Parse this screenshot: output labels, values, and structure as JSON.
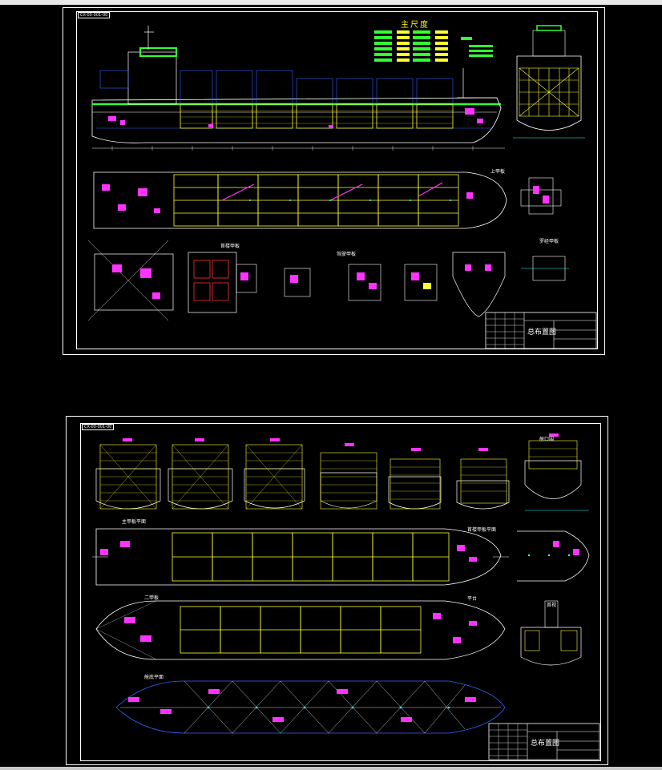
{
  "sheets": [
    {
      "name": "sheet-1",
      "drawing_no_tag": "CX-00-001-00",
      "legend_title": "主尺度",
      "title_block": {
        "drawing_title": "总布置图"
      },
      "view_labels": [
        "上甲板",
        "首楼甲板",
        "驾驶甲板",
        "罗经甲板"
      ]
    },
    {
      "name": "sheet-2",
      "drawing_no_tag": "CX-00-001-00",
      "title_block": {
        "drawing_title": "总布置图"
      },
      "view_labels": [
        "舱口围",
        "主甲板平面",
        "首楼甲板平面",
        "二甲板",
        "舱底平面",
        "平台",
        "首视"
      ]
    }
  ],
  "colors": {
    "background": "#000000",
    "frame": "#ffffff",
    "hull": "#ffffff",
    "container": "#ffff33",
    "equipment": "#ff33ff",
    "deck": "#33ff33",
    "structure": "#3366ff",
    "dimension": "#33ffff"
  }
}
